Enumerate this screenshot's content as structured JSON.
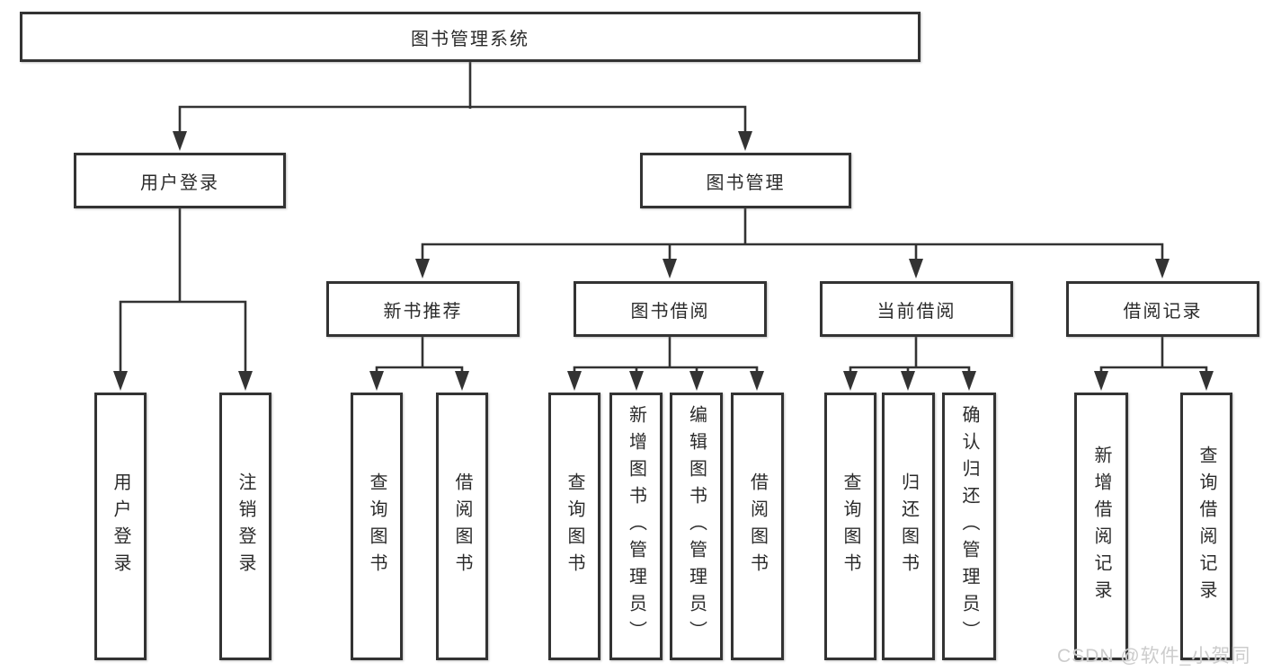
{
  "diagram": {
    "title": "图书管理系统",
    "nodes": {
      "root": "图书管理系统",
      "user_login": "用户登录",
      "book_mgmt": "图书管理",
      "new_book_rec": "新书推荐",
      "book_borrow": "图书借阅",
      "current_borrow": "当前借阅",
      "borrow_records": "借阅记录",
      "leaf_user_login": "用户登录",
      "leaf_logout": "注销登录",
      "leaf_query_book_a": "查询图书",
      "leaf_borrow_book_a": "借阅图书",
      "leaf_query_book_b": "查询图书",
      "leaf_add_book": "新增图书（管理员）",
      "leaf_edit_book": "编辑图书（管理员）",
      "leaf_borrow_book_b": "借阅图书",
      "leaf_query_book_c": "查询图书",
      "leaf_return_book": "归还图书",
      "leaf_confirm_return": "确认归还（管理员）",
      "leaf_add_record": "新增借阅记录",
      "leaf_query_record": "查询借阅记录"
    },
    "hierarchy": {
      "图书管理系统": {
        "用户登录": [
          "用户登录",
          "注销登录"
        ],
        "图书管理": {
          "新书推荐": [
            "查询图书",
            "借阅图书"
          ],
          "图书借阅": [
            "查询图书",
            "新增图书（管理员）",
            "编辑图书（管理员）",
            "借阅图书"
          ],
          "当前借阅": [
            "查询图书",
            "归还图书",
            "确认归还（管理员）"
          ],
          "借阅记录": [
            "新增借阅记录",
            "查询借阅记录"
          ]
        }
      }
    },
    "colors": {
      "line": "#333333",
      "box_border": "#333333",
      "box_background": "#ffffff",
      "page_background": "#ffffff",
      "text": "#2b2b2b",
      "watermark": "#cccccc"
    }
  },
  "watermark": {
    "text": "CSDN @软件_小贺同学"
  }
}
